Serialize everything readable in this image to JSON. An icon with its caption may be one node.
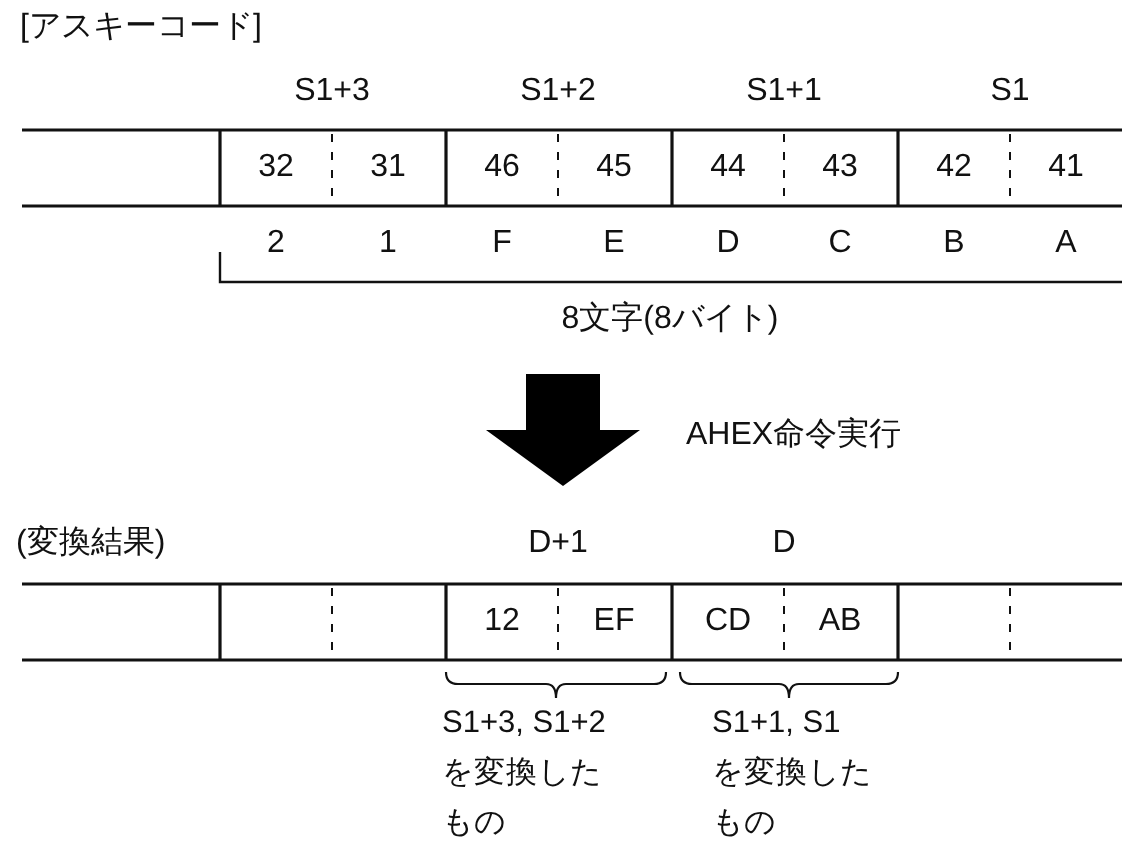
{
  "diagram": {
    "labels": [
      "[アスキーコード]",
      "S1+3",
      "S1+2",
      "S1+1",
      "S1",
      "32",
      "31",
      "46",
      "45",
      "44",
      "43",
      "42",
      "41",
      "2",
      "1",
      "F",
      "E",
      "D",
      "C",
      "B",
      "A",
      "8文字(8バイト)",
      "AHEX命令実行",
      "(変換結果)",
      "D+1",
      "D",
      "12",
      "EF",
      "CD",
      "AB",
      "S1+3, S1+2を変換したもの",
      "S1+1, S1を変換したもの"
    ]
  }
}
